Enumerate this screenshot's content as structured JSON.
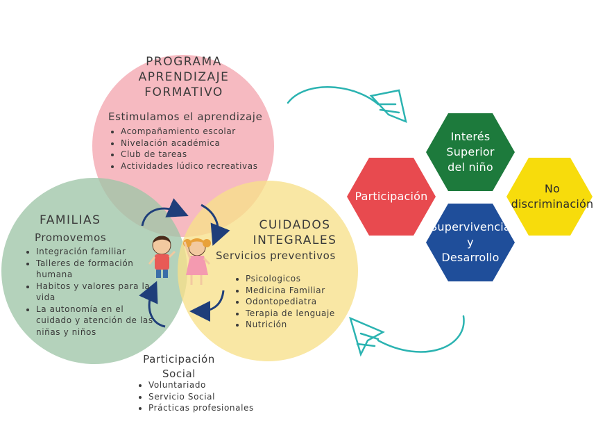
{
  "programa": {
    "title": [
      "PROGRAMA",
      "APRENDIZAJE",
      "FORMATIVO"
    ],
    "subtitle": "Estimulamos el aprendizaje",
    "items": [
      "Acompañamiento escolar",
      "Nivelación académica",
      "Club de tareas",
      "Actividades lúdico recreativas"
    ],
    "color": "#f4a7b0"
  },
  "familias": {
    "title": "FAMILIAS",
    "subtitle": "Promovemos",
    "items": [
      "Integración familiar",
      "Talleres de formación humana",
      "Habitos y valores para la vida",
      "La autonomía en el cuidado y atención de las niñas y niños"
    ],
    "color": "#9fc5a8"
  },
  "cuidados": {
    "title": [
      "CUIDADOS",
      "INTEGRALES"
    ],
    "subtitle": "Servicios preventivos",
    "items": [
      "Psicologicos",
      "Medicina Familiar",
      "Odontopediatra",
      "Terapia de lenguaje",
      "Nutrición"
    ],
    "color": "#f7e08a"
  },
  "participacion_social": {
    "title": [
      "Participación",
      "Social"
    ],
    "items": [
      "Voluntariado",
      "Servicio Social",
      "Prácticas profesionales"
    ]
  },
  "hexagons": {
    "participacion": {
      "label": "Participación",
      "color": "#e84a4f"
    },
    "interes": {
      "label": [
        "Interés",
        "Superior",
        "del niño"
      ],
      "color": "#1d7a3c"
    },
    "no_discriminacion": {
      "label": [
        "No",
        "discriminación"
      ],
      "color": "#f7dc0c"
    },
    "supervivencia": {
      "label": [
        "Supervivencia",
        "y",
        "Desarrollo"
      ],
      "color": "#1f4e9a"
    }
  },
  "arrow_color": "#2bb3b1",
  "cycle_arrow_color": "#1f3e7a"
}
